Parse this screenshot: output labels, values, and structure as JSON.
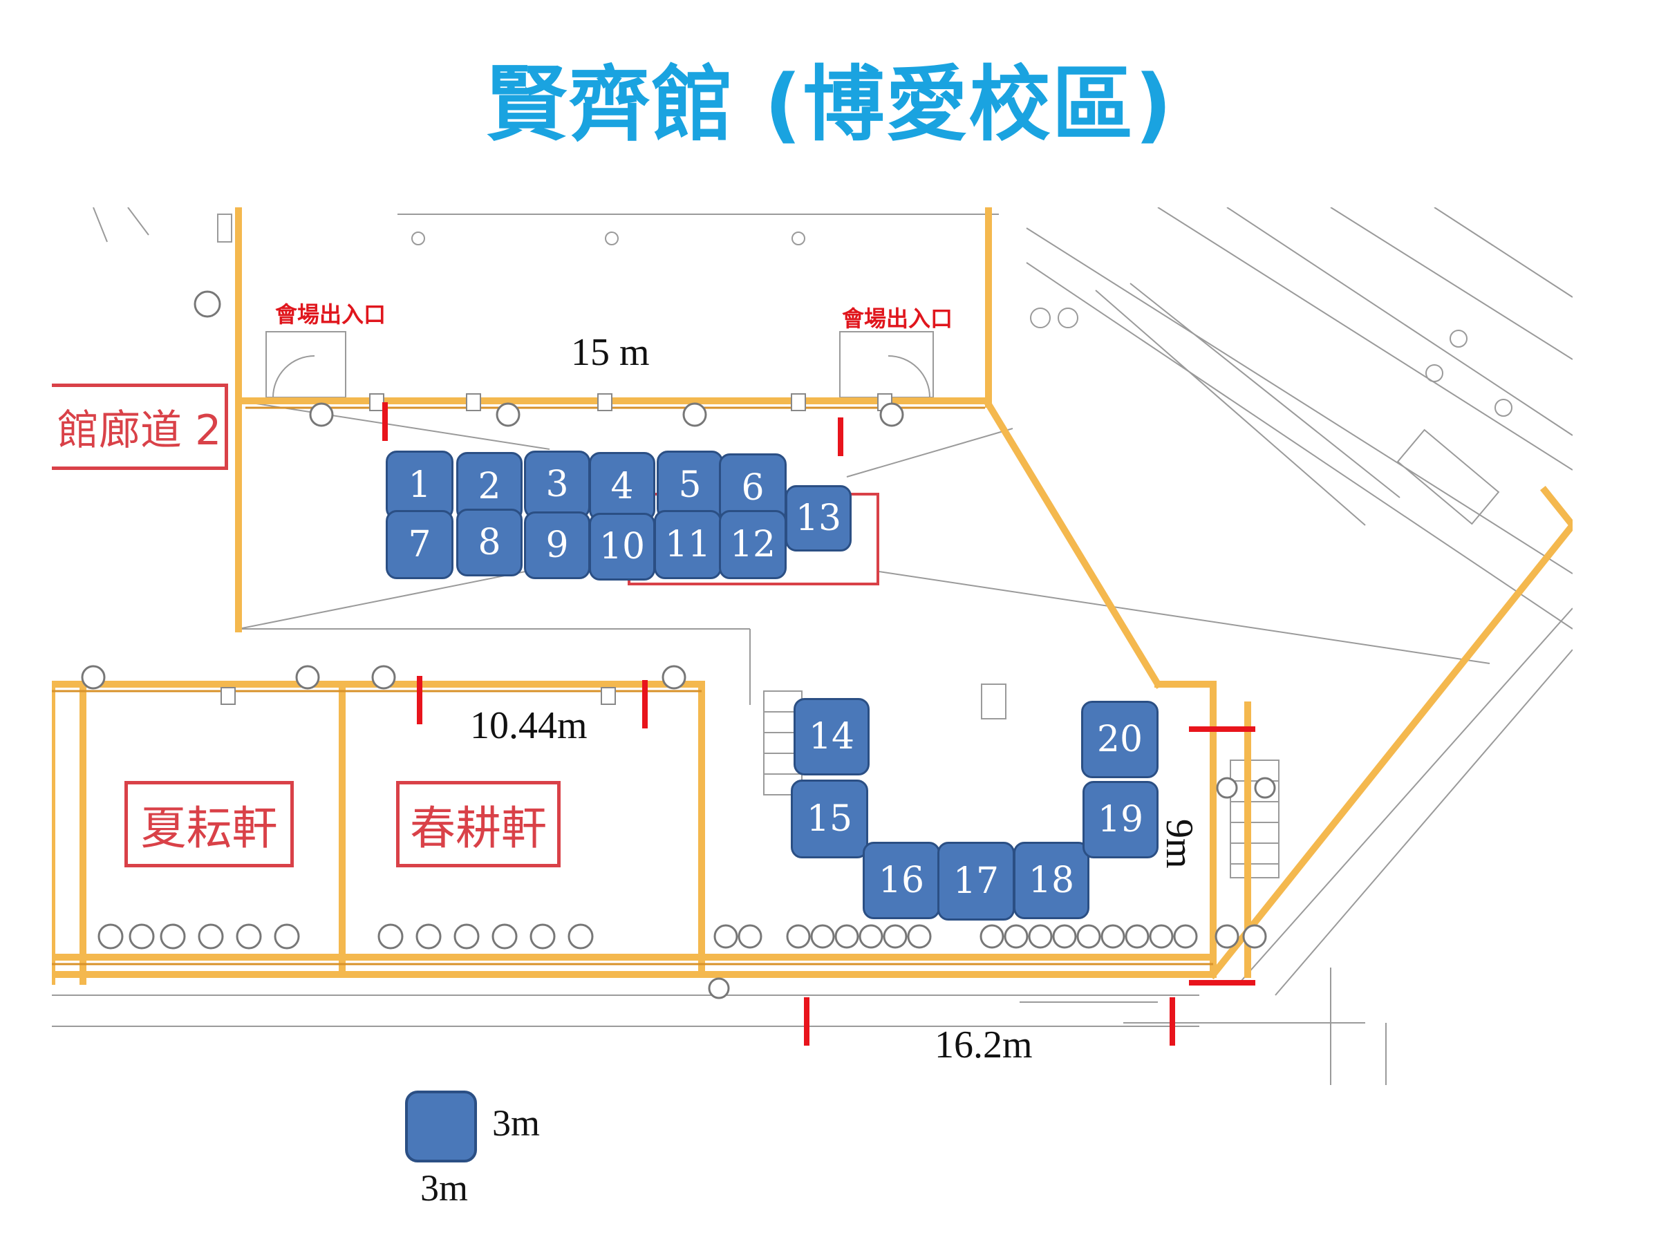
{
  "title": "賢齊館 (博愛校區)",
  "labels": {
    "exit_left": "會場出入口",
    "exit_right": "會場出入口",
    "corridor": "館廊道 2",
    "room_left": "夏耘軒",
    "room_right": "春耕軒"
  },
  "dimensions": {
    "top_width": "15 m",
    "mid_width": "10.44m",
    "bottom_width": "16.2m",
    "right_height": "9m"
  },
  "booths": [
    "1",
    "2",
    "3",
    "4",
    "5",
    "6",
    "7",
    "8",
    "9",
    "10",
    "11",
    "12",
    "13",
    "14",
    "15",
    "16",
    "17",
    "18",
    "19",
    "20"
  ],
  "legend": {
    "width_label": "3m",
    "height_label": "3m"
  },
  "colors": {
    "title": "#1aa3e0",
    "booth_fill": "#4a78b9",
    "booth_border": "#2b4f84",
    "wall": "#f4b84e",
    "marker": "#e8141c"
  }
}
